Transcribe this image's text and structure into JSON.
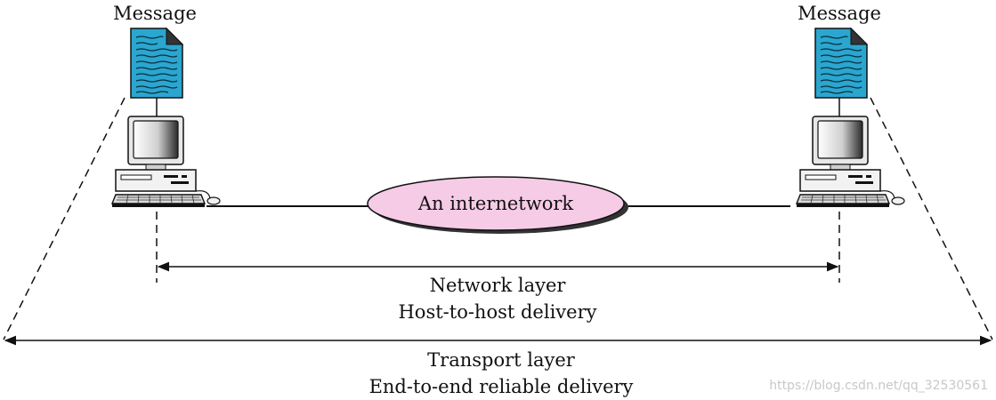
{
  "left_host": {
    "message_label": "Message"
  },
  "right_host": {
    "message_label": "Message"
  },
  "network_cloud": {
    "label": "An internetwork"
  },
  "network_layer": {
    "title": "Network layer",
    "subtitle": "Host-to-host delivery"
  },
  "transport_layer": {
    "title": "Transport layer",
    "subtitle": "End-to-end reliable delivery"
  },
  "watermark": "https://blog.csdn.net/qq_32530561",
  "colors": {
    "document": "#2aa6cf",
    "document_fold": "#333333",
    "cloud_fill": "#f6cbe6",
    "cloud_shadow": "#333333",
    "line": "#111111"
  }
}
